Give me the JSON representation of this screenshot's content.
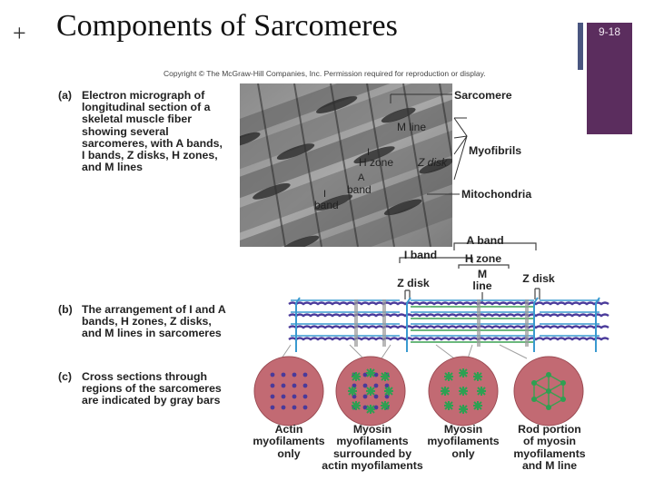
{
  "slide": {
    "plus": "+",
    "title": "Components of Sarcomeres",
    "number": "9-18",
    "copyright": "Copyright © The McGraw-Hill Companies, Inc. Permission required for reproduction or display."
  },
  "panel_a": {
    "letter": "(a)",
    "lines": [
      "Electron micrograph of",
      "longitudinal section of a",
      "skeletal muscle fiber",
      "showing several",
      "sarcomeres, with A bands,",
      "I bands, Z disks, H zones,",
      "and M lines"
    ]
  },
  "panel_b": {
    "letter": "(b)",
    "lines": [
      "The arrangement of I and A",
      "bands, H zones, Z disks,",
      "and M lines in sarcomeres"
    ]
  },
  "panel_c": {
    "letter": "(c)",
    "lines": [
      "Cross sections through",
      "regions of the sarcomeres",
      "are indicated by gray bars"
    ]
  },
  "micrograph_labels": {
    "sarcomere": "Sarcomere",
    "m_line": "M line",
    "myofibrils": "Myofibrils",
    "h_zone": "H zone",
    "z_disk": "Z disk",
    "i_small": "I",
    "a_small": "A",
    "band_a": "band",
    "band_i": "band",
    "i_small_2": "I",
    "mitochondria": "Mitochondria"
  },
  "diagram_labels": {
    "a_band": "A band",
    "i_band": "I band",
    "h_zone": "H zone",
    "m_line_1": "M",
    "m_line_2": "line",
    "z_disk_left": "Z disk",
    "z_disk_right": "Z disk"
  },
  "cross_sections": [
    {
      "lines": [
        "Actin",
        "myofilaments",
        "only"
      ]
    },
    {
      "lines": [
        "Myosin",
        "myofilaments",
        "surrounded by",
        "actin myofilaments"
      ]
    },
    {
      "lines": [
        "Myosin",
        "myofilaments",
        "only"
      ]
    },
    {
      "lines": [
        "Rod portion",
        "of myosin",
        "myofilaments",
        "and M line"
      ]
    }
  ],
  "colors": {
    "accent_box": "#5b2d5e",
    "accent_bar": "#4a5680",
    "circle_fill": "#c26a73",
    "myosin": "#4a3a9a",
    "actin": "#3a9ad0",
    "star": "#2ea052",
    "m_line_green": "#3aa050"
  }
}
